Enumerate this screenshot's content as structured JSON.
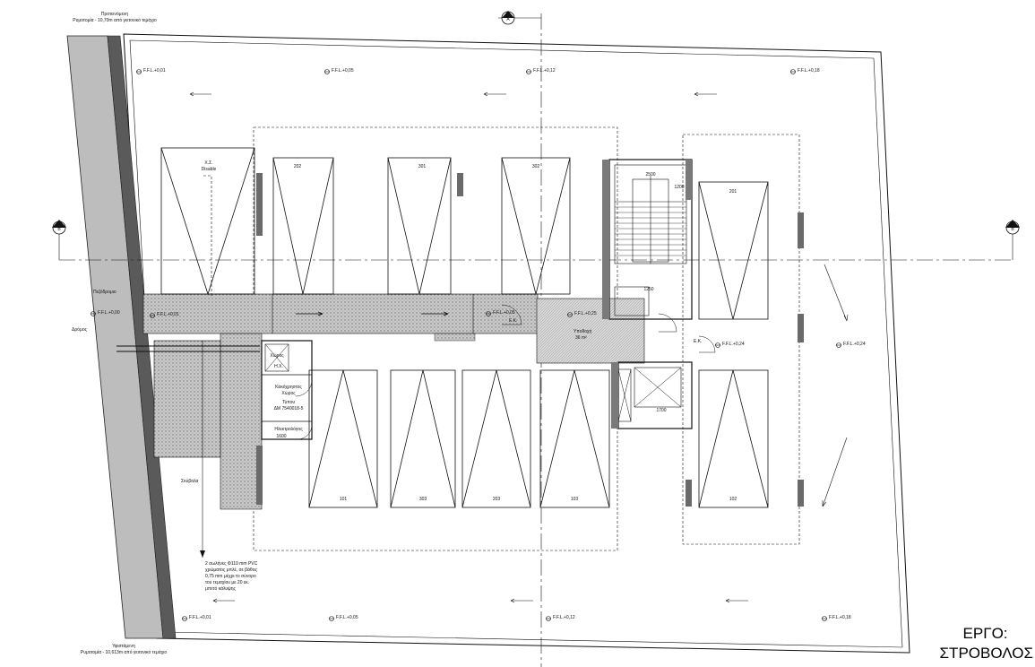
{
  "notes": {
    "top_boundary_1": "Προτεινόμενη",
    "top_boundary_2": "Ρυμοτομία - 10,70m από γειτονικό τεμάχιο",
    "bottom_boundary_1": "Υφιστάμενη",
    "bottom_boundary_2": "Ρυμοτομία - 10,613m από γειτονικό τεμάχιο",
    "pipe_note": [
      "2 σωλήνες Φ110 mm PVC",
      "χρώματος μπλέ, σε βάθος",
      "0,75 mm μέχρι το σύνορο",
      "του τεμαχίου με 20 εκ.",
      "μπετό κάλυψης"
    ],
    "pezodromio": "Πεζόδρομιο",
    "dromos": "Δρόμος",
    "skivalia": "Σκύβαλα",
    "disable_1": "Χ.Σ.",
    "disable_2": "Disable",
    "ek_1": "Ε.Κ.",
    "ek_2": "Ε.Κ.",
    "ypodoxi_1": "Υποδοχή",
    "ypodoxi_2": "36 m²",
    "kak_1": "Κακόχρηστος",
    "kak_2": "Χώρος",
    "typou_1": "Τύπου",
    "typou_2": "ΔΜ 7540018-5",
    "electrolog": "Ηλεκτρολόγος",
    "dim_1600": "1600",
    "dim_1700": "1700",
    "dim_2500": "2500",
    "dim_1250": "1250",
    "dim_1200": "1200",
    "x_hx_1": "Χώρος",
    "x_hx_2": "Η.Χ.",
    "section_a": "Α",
    "section_b_left": "Β",
    "section_b_right": "Β"
  },
  "levels": {
    "top": [
      "F.F.L.+0,01",
      "F.F.L.+0,05",
      "F.F.L.+0,12",
      "F.F.L.+0,18"
    ],
    "bottom": [
      "F.F.L.+0,01",
      "F.F.L.+0,05",
      "F.F.L.+0,12",
      "F.F.L.+0,18"
    ],
    "pavement": "F.F.L.+0,00",
    "drive_1": "F.F.L.+0,01",
    "drive_2": "F.F.L.+0,05",
    "lobby": "F.F.L.+0,25",
    "right_1": "F.F.L.+0,24",
    "right_2": "F.F.L.+0,24"
  },
  "parking": {
    "top": [
      "202",
      "301",
      "302",
      "201"
    ],
    "bottom": [
      "101",
      "303",
      "203",
      "103",
      "102"
    ]
  },
  "title": {
    "line1": "ΕΡΓΟ:",
    "line2": "ΣΤΡΟΒΟΛΟΣ"
  }
}
